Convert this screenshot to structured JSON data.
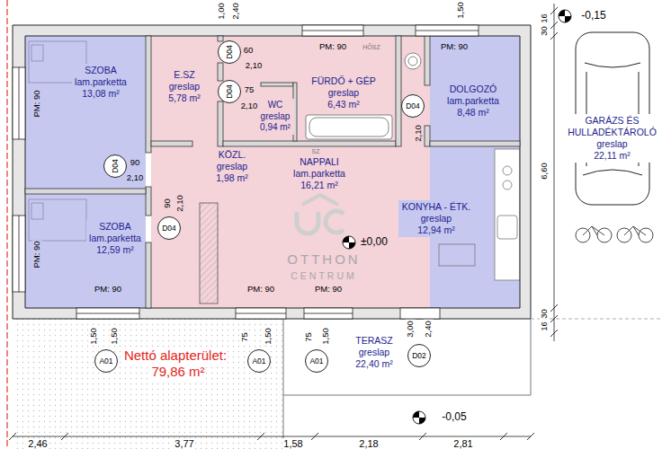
{
  "diagram": {
    "nodes": [
      {
        "text": [
          "SZOBA",
          "lam.parketta",
          "13,08 m²"
        ]
      },
      {
        "text": [
          "E.SZ",
          "greslap",
          "5,78 m²"
        ]
      },
      {
        "text": [
          "FÜRDŐ + GÉP",
          "greslap",
          "6,43 m²"
        ]
      },
      {
        "text": [
          "DOLGOZÓ",
          "lam.parketta",
          "8,48 m²"
        ]
      },
      {
        "text": [
          "WC",
          "greslap",
          "0,94 m²"
        ]
      },
      {
        "text": [
          "GARÁZS ÉS HULLADÉKTÁROLÓ",
          "greslap",
          "22,11 m²"
        ]
      },
      {
        "text": [
          "KÖZL.",
          "greslap",
          "1,98 m²"
        ]
      },
      {
        "text": [
          "NAPPALI",
          "lam.parketta",
          "16,21 m²"
        ]
      },
      {
        "text": [
          "KONYHA - ÉTK.",
          "greslap",
          "12,94 m²"
        ]
      },
      {
        "text": [
          "SZOBA",
          "lam.parketta",
          "12,59 m²"
        ]
      },
      {
        "text": [
          "TERASZ",
          "greslap",
          "22,40 m²"
        ]
      },
      {
        "text": [
          "D04"
        ]
      },
      {
        "text": [
          "D04"
        ]
      },
      {
        "text": [
          "D04"
        ]
      },
      {
        "text": [
          "D04"
        ]
      },
      {
        "text": [
          "D04"
        ]
      },
      {
        "text": [
          "A01"
        ]
      },
      {
        "text": [
          "A01"
        ]
      },
      {
        "text": [
          "A01"
        ]
      },
      {
        "text": [
          "D02"
        ]
      }
    ],
    "labels": [
      "1,00",
      "2,40",
      "1,50",
      "16",
      "-0,15",
      "PM: 90",
      "HŐSZ",
      "PM: 90",
      "60",
      "2,10",
      "30",
      "PM: 90",
      "75",
      "2,10",
      "2,10",
      "SZ",
      "90",
      "2,10",
      "6,60",
      "90",
      "2,10",
      "±0,00",
      "PM: 90",
      "OTTHON",
      "CENTRUM",
      "PM: 90",
      "PM: 90",
      "PM: 90",
      "30",
      "3,00",
      "2,40",
      "16",
      "1,50",
      "1,50",
      "75",
      "1,50",
      "75",
      "1,50",
      "Nettó alapterület:",
      "79,86 m²",
      "-0,05",
      "2,46",
      "3,77",
      "1,58",
      "2,18",
      "2,81"
    ]
  }
}
